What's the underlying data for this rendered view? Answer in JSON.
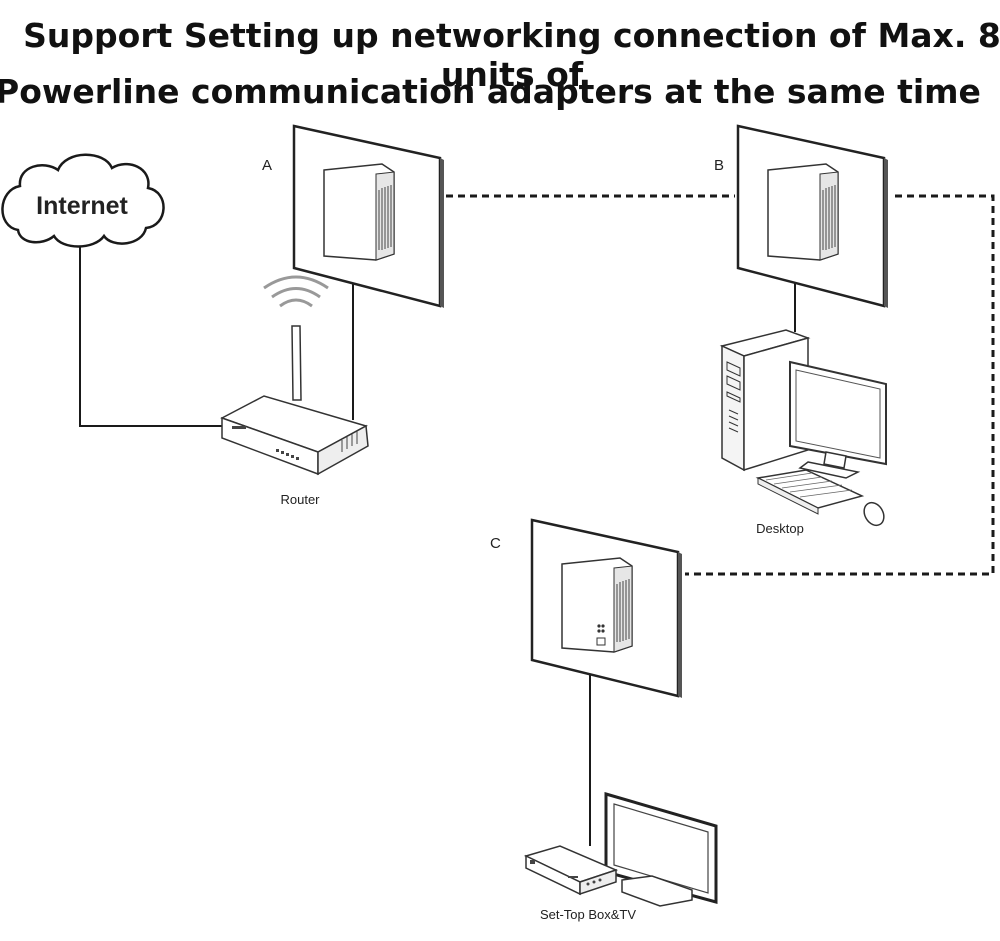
{
  "title": {
    "line1": "Support Setting up networking connection of Max. 8 units of",
    "line2": "Powerline communication adapters at the same time"
  },
  "nodes": {
    "internet": "Internet",
    "adapter_a": "A",
    "adapter_b": "B",
    "adapter_c": "C",
    "router": "Router",
    "desktop": "Desktop",
    "settop": "Set-Top Box&TV"
  },
  "colors": {
    "line": "#1a1a1a",
    "panel_edge": "#222222",
    "panel_fill": "#ffffff"
  }
}
